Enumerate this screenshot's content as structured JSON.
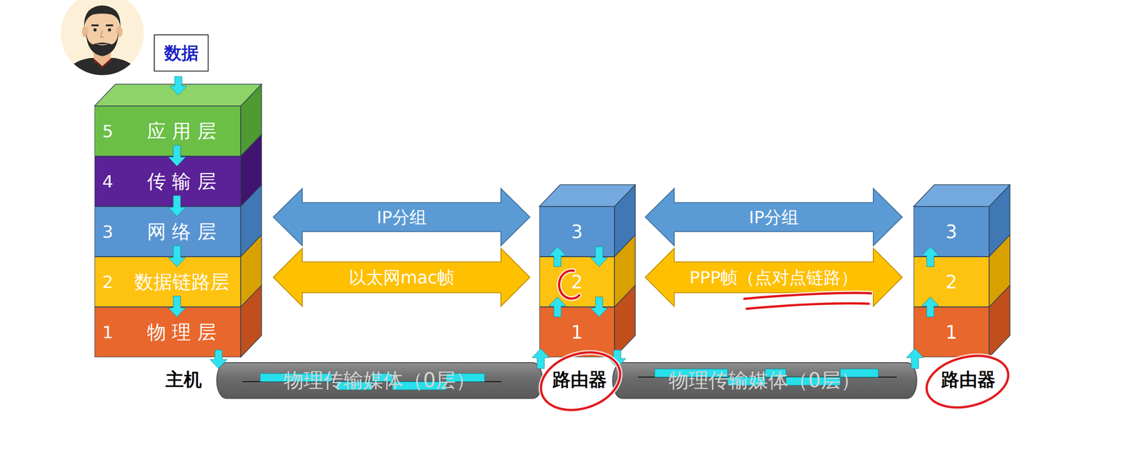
{
  "diagram": {
    "nodes": [
      {
        "text": [
          "数据"
        ]
      },
      {
        "text": [
          "5",
          "应 用 层"
        ]
      },
      {
        "text": [
          "4",
          "传 输 层"
        ]
      },
      {
        "text": [
          "3",
          "网 络 层"
        ]
      },
      {
        "text": [
          "2",
          "数据链路层"
        ]
      },
      {
        "text": [
          "1",
          "物 理 层"
        ]
      },
      {
        "text": [
          "3"
        ]
      },
      {
        "text": [
          "2"
        ]
      },
      {
        "text": [
          "1"
        ]
      },
      {
        "text": [
          "3"
        ]
      },
      {
        "text": [
          "2"
        ]
      },
      {
        "text": [
          "1"
        ]
      },
      {
        "text": [
          "物理传输媒体（0层）"
        ]
      },
      {
        "text": [
          "物理传输媒体（0层）"
        ]
      }
    ],
    "edges": [
      {
        "from": 0,
        "to": 1,
        "arrow": "to"
      },
      {
        "from": 1,
        "to": 2,
        "arrow": "to"
      },
      {
        "from": 2,
        "to": 3,
        "arrow": "to"
      },
      {
        "from": 3,
        "to": 4,
        "arrow": "to"
      },
      {
        "from": 4,
        "to": 5,
        "arrow": "to"
      },
      {
        "from": 5,
        "to": 12,
        "arrow": "to"
      },
      {
        "from": 12,
        "to": 8,
        "arrow": "to"
      },
      {
        "from": 8,
        "to": 7,
        "arrow": "to"
      },
      {
        "from": 7,
        "to": 6,
        "arrow": "to"
      },
      {
        "from": 6,
        "to": 7,
        "arrow": "to"
      },
      {
        "from": 7,
        "to": 8,
        "arrow": "to"
      },
      {
        "from": 8,
        "to": 13,
        "arrow": "to"
      },
      {
        "from": 13,
        "to": 11,
        "arrow": "to"
      },
      {
        "from": 11,
        "to": 10,
        "arrow": "to"
      },
      {
        "from": 10,
        "to": 9,
        "arrow": "to"
      },
      {
        "from": 3,
        "to": 6,
        "label": "IP分组",
        "arrow": "both"
      },
      {
        "from": 4,
        "to": 7,
        "label": "以太网mac帧",
        "arrow": "both"
      },
      {
        "from": 6,
        "to": 9,
        "label": "IP分组",
        "arrow": "both"
      },
      {
        "from": 7,
        "to": 10,
        "label": "PPP帧（点对点链路）",
        "arrow": "both"
      }
    ],
    "labels": [
      "主机",
      "路由器",
      "路由器"
    ]
  }
}
